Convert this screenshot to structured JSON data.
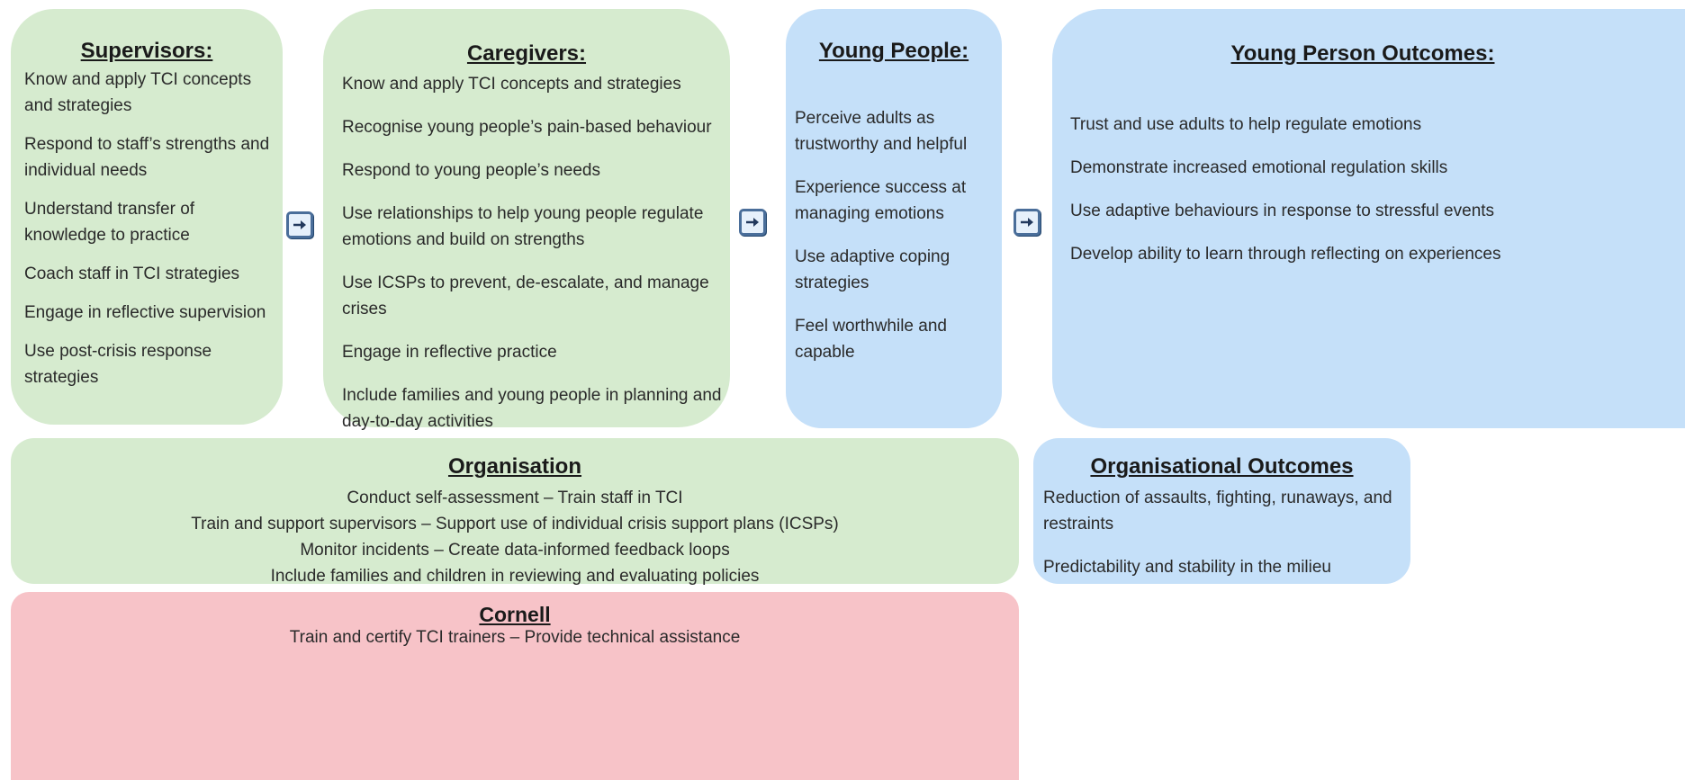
{
  "supervisors": {
    "title": "Supervisors:",
    "items": [
      "Know and apply TCI concepts and strategies",
      "Respond to staff’s strengths and individual needs",
      "Understand transfer of knowledge to practice",
      "Coach staff in TCI strategies",
      "Engage in reflective supervision",
      "Use post-crisis response strategies"
    ]
  },
  "caregivers": {
    "title": "Caregivers:",
    "items": [
      "Know and apply TCI concepts and strategies",
      "Recognise young people’s pain-based behaviour",
      "Respond to young people’s needs",
      "Use relationships to help young people regulate emotions and build on strengths",
      "Use ICSPs to prevent, de-escalate, and manage crises",
      "Engage in reflective practice",
      "Include families and young people in planning and day-to-day activities"
    ]
  },
  "young_people": {
    "title": "Young People:",
    "items": [
      "Perceive adults as trustworthy and helpful",
      "Experience success at managing emotions",
      "Use adaptive coping strategies",
      "Feel worthwhile and capable"
    ]
  },
  "young_person_outcomes": {
    "title": "Young Person Outcomes:",
    "items": [
      "Trust and use adults to help regulate emotions",
      "Demonstrate increased emotional regulation skills",
      "Use adaptive behaviours in response to stressful events",
      "Develop ability to learn through reflecting on experiences"
    ]
  },
  "organisation": {
    "title": "Organisation",
    "lines": [
      "Conduct self-assessment – Train staff in TCI",
      "Train and support supervisors – Support use of individual crisis support plans (ICSPs)",
      "Monitor incidents – Create data-informed feedback loops",
      "Include families and children in reviewing and evaluating policies"
    ]
  },
  "organisational_outcomes": {
    "title": "Organisational Outcomes",
    "items": [
      "Reduction of assaults, fighting, runaways, and restraints",
      "Predictability and stability in the milieu"
    ]
  },
  "cornell": {
    "title": "Cornell",
    "line": "Train and certify TCI trainers – Provide technical assistance"
  },
  "colors": {
    "green_box": "#d6ebcf",
    "blue_box": "#c5e0f9",
    "pink_box": "#f7c3c8",
    "arrow_border": "#4a6e9a"
  },
  "icons": {
    "connector": "arrow-right-icon"
  }
}
